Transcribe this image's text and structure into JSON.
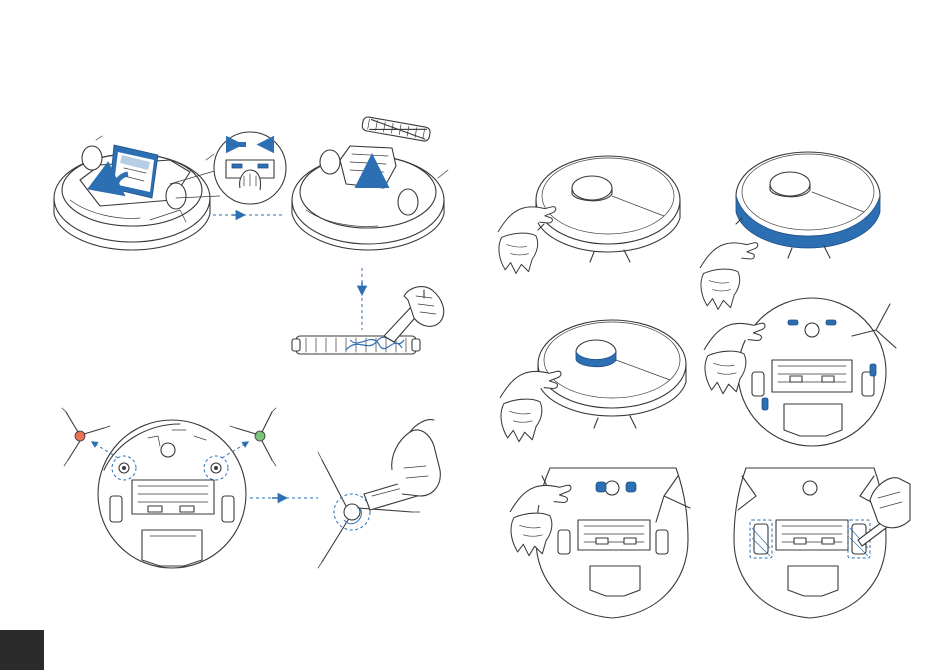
{
  "page": {
    "title": "",
    "tab_color": "#2b2b2b"
  },
  "colors": {
    "accent": "#2d6fb3",
    "line": "#3a3a3a",
    "side_brush_left_hub": "#e8735a",
    "side_brush_right_hub": "#7cc47f"
  },
  "illustrations": [
    {
      "id": "main-brush-cover-removal",
      "icon": "robot-open-brush-cover"
    },
    {
      "id": "cover-clip-detail",
      "icon": "clip-squeeze-arrows"
    },
    {
      "id": "main-brush-lift-out",
      "icon": "robot-brush-removed"
    },
    {
      "id": "main-brush-cleaning",
      "icon": "brush-cutting-tool"
    },
    {
      "id": "side-brush-removal",
      "icon": "robot-bottom-side-brushes"
    },
    {
      "id": "side-brush-cleaning",
      "icon": "side-brush-cutting-tool"
    },
    {
      "id": "wipe-top",
      "icon": "cloth-wipe-top"
    },
    {
      "id": "wipe-bumper",
      "icon": "cloth-wipe-bumper"
    },
    {
      "id": "wipe-lds-cover",
      "icon": "cloth-wipe-laser-cover"
    },
    {
      "id": "wipe-cliff-sensors",
      "icon": "cloth-wipe-sensors"
    },
    {
      "id": "wipe-charging-contacts",
      "icon": "cloth-wipe-contacts"
    },
    {
      "id": "clean-wheels",
      "icon": "tool-clean-wheels"
    }
  ]
}
